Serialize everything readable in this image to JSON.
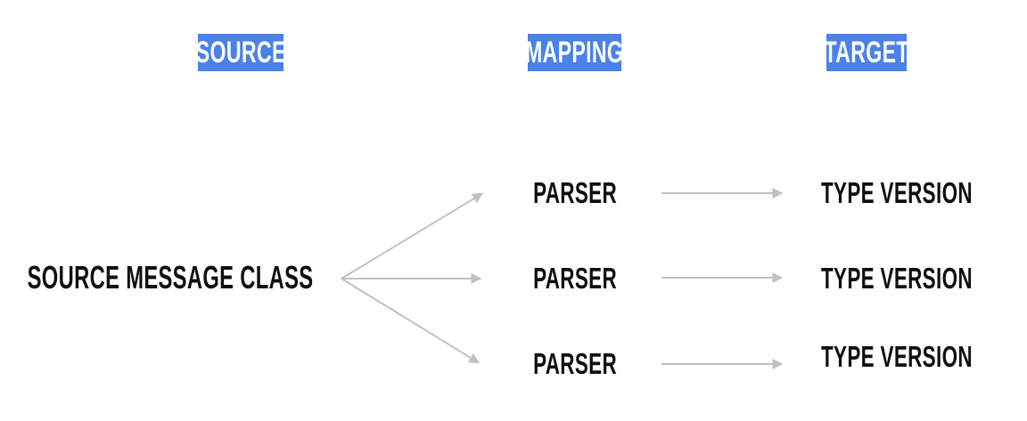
{
  "columns": [
    {
      "label": "SOURCE"
    },
    {
      "label": "MAPPING"
    },
    {
      "label": "TARGET"
    }
  ],
  "source_node": {
    "label": "SOURCE MESSAGE CLASS"
  },
  "rows": [
    {
      "parser_label": "PARSER",
      "target_label": "TYPE VERSION"
    },
    {
      "parser_label": "PARSER",
      "target_label": "TYPE VERSION"
    },
    {
      "parser_label": "PARSER",
      "target_label": "TYPE VERSION"
    }
  ],
  "colors": {
    "header_bg": "#4a81ea",
    "header_text": "#ffffff",
    "label_text": "#0f0f0f",
    "arrow": "#bec2c6",
    "background": "#ffffff"
  }
}
